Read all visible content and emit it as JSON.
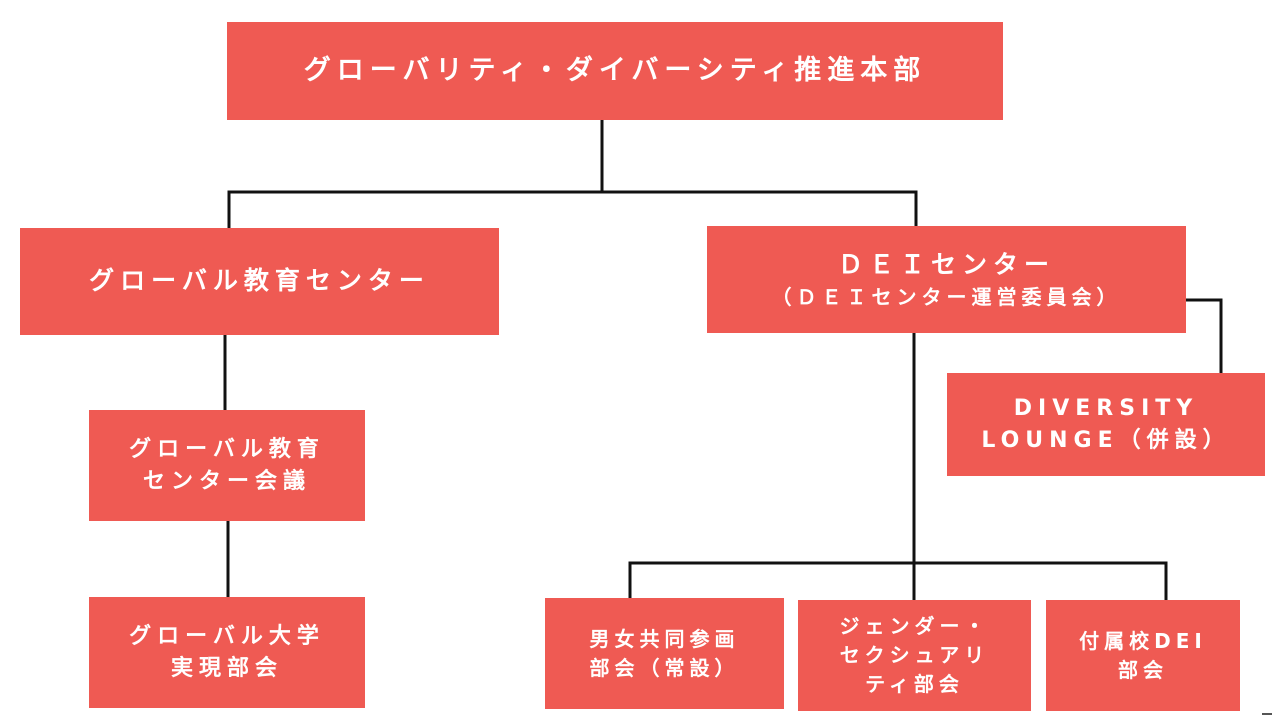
{
  "colors": {
    "box_fill": "#ef5a53",
    "box_text": "#ffffff",
    "connector": "#111111"
  },
  "org_chart": {
    "headquarters": {
      "lines": [
        "グローバリティ・ダイバーシティ推進本部"
      ]
    },
    "global_education_center": {
      "lines": [
        "グローバル教育センター"
      ]
    },
    "global_education_council": {
      "lines": [
        "グローバル教育",
        "センター会議"
      ]
    },
    "global_university_committee": {
      "lines": [
        "グローバル大学",
        "実現部会"
      ]
    },
    "dei_center": {
      "lines": [
        "ＤＥＩセンター",
        "（ＤＥＩセンター運営委員会）"
      ]
    },
    "diversity_lounge": {
      "lines": [
        "DIVERSITY",
        "LOUNGE（併設）"
      ]
    },
    "gender_equality_committee": {
      "lines": [
        "男女共同参画",
        "部会（常設）"
      ]
    },
    "gender_sexuality_committee": {
      "lines": [
        "ジェンダー・",
        "セクシュアリ",
        "ティ部会"
      ]
    },
    "affiliated_school_committee": {
      "lines": [
        "付属校DEI",
        "部会"
      ]
    }
  }
}
